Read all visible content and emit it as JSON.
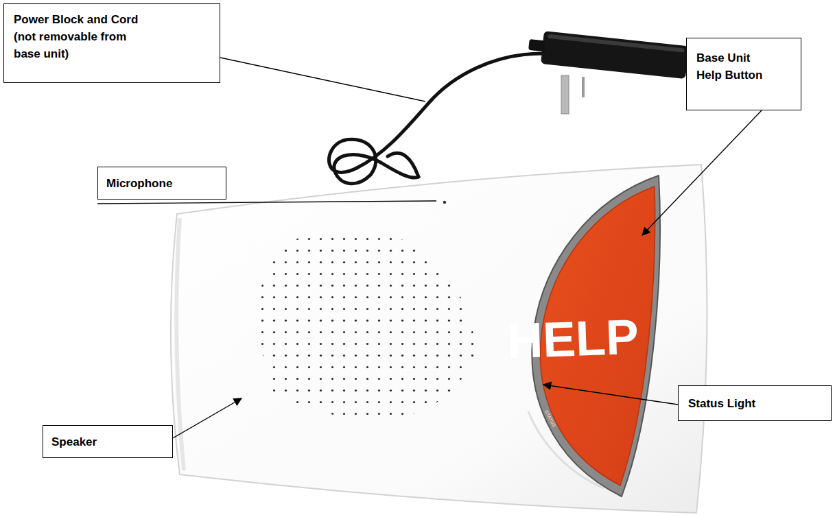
{
  "diagram": {
    "nodes": [
      {
        "text": [
          "Power Block and Cord (not removable from base unit)"
        ]
      },
      {
        "text": [
          "Base Unit Help Button"
        ]
      },
      {
        "text": [
          "Microphone"
        ]
      },
      {
        "text": [
          "Status Light"
        ]
      },
      {
        "text": [
          "Speaker"
        ]
      }
    ],
    "labels": [
      "HELP",
      "STATUS"
    ]
  }
}
